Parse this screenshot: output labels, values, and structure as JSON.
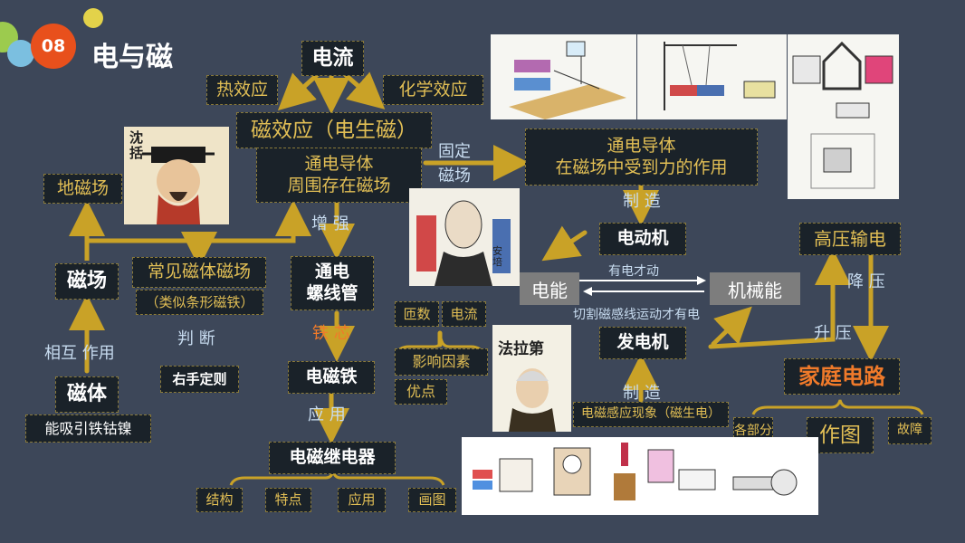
{
  "header": {
    "number": "08",
    "title": "电与磁"
  },
  "colors": {
    "background": "#3d4759",
    "box": "#1a2229",
    "accent": "#e2bf55",
    "arrow": "#c9a227",
    "badge": "#e8501c",
    "highlight": "#f07a2a"
  },
  "nodes": {
    "current": "电流",
    "thermal": "热效应",
    "chemical": "化学效应",
    "magnetic_effect": "磁效应（电生磁）",
    "conductor_field_1": "通电导体",
    "conductor_field_2": "周围存在磁场",
    "fixed": "固定",
    "field": "磁场",
    "force_1": "通电导体",
    "force_2": "在磁场中受到力的作用",
    "make_1": "制  造",
    "motor": "电动机",
    "electric_energy": "电能",
    "mechanical_energy": "机械能",
    "power_on_motion": "有电才动",
    "cut_lines": "切割磁感线运动才有电",
    "generator": "发电机",
    "make_2": "制  造",
    "induction": "电磁感应现象（磁生电）",
    "high_voltage": "高压输电",
    "step_down": "降  压",
    "step_up": "升  压",
    "home_circuit": "家庭电路",
    "parts": "各部分组成",
    "drawing": "作图",
    "fault": "故障",
    "earth_field": "地磁场",
    "common_fields": "常见磁体磁场",
    "like_bar": "（类似条形磁铁）",
    "enhance": "增  强",
    "solenoid_1": "通电",
    "solenoid_2": "螺线管",
    "iron_core": "铁  芯",
    "electromagnet": "电磁铁",
    "application": "应  用",
    "relay": "电磁继电器",
    "structure": "结构",
    "features": "特点",
    "use": "应用",
    "draw": "画图",
    "turns": "匝数",
    "current_factor": "电流",
    "factors": "影响因素",
    "advantages": "优点",
    "magnetic_field": "磁场",
    "judge": "判  断",
    "right_hand": "右手定则",
    "interact": "相互  作用",
    "magnet": "磁体",
    "attract": "能吸引铁钴镍"
  },
  "portraits": {
    "shen_kuo": "沈括",
    "ampere": "安培",
    "faraday": "法拉第"
  }
}
